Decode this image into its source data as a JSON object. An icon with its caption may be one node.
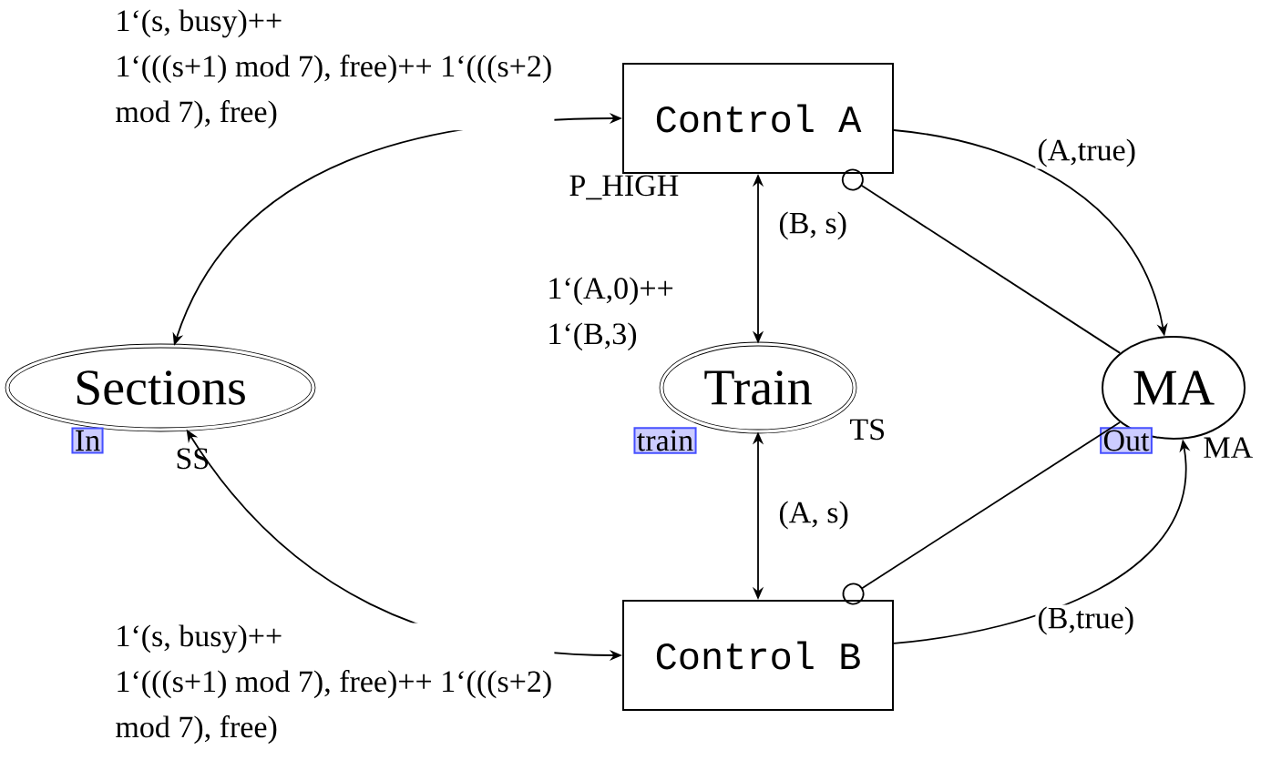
{
  "diagram": {
    "nodes": [
      {
        "text": [
          "Sections"
        ],
        "beside": [
          "SS"
        ]
      },
      {
        "text": [
          "Control A"
        ],
        "beside": [
          "P_HIGH"
        ]
      },
      {
        "text": [
          "Train"
        ],
        "beside": [
          "1‘(A,0)++ 1‘(B,3)",
          "TS"
        ]
      },
      {
        "text": [
          "MA"
        ],
        "beside": [
          "MA"
        ]
      },
      {
        "text": [
          "Control B"
        ]
      },
      {
        "text": [
          "In"
        ]
      },
      {
        "text": [
          "train"
        ]
      },
      {
        "text": [
          "Out"
        ]
      }
    ],
    "edges": [
      {
        "from": 0,
        "to": 1,
        "arrow": "both",
        "label": "1‘(s, busy)++ 1‘(((s+1) mod 7), free)++ 1‘(((s+2) mod 7), free)"
      },
      {
        "from": 1,
        "to": 2,
        "arrow": "both",
        "label": "(B, s)"
      },
      {
        "from": 1,
        "to": 3,
        "arrow": "to",
        "label": "(A,true)"
      },
      {
        "from": 3,
        "to": 1,
        "arrow": "other"
      },
      {
        "from": 2,
        "to": 4,
        "arrow": "both",
        "label": "(A, s)"
      },
      {
        "from": 0,
        "to": 4,
        "arrow": "both",
        "label": "1‘(s, busy)++ 1‘(((s+1) mod 7), free)++ 1‘(((s+2) mod 7), free)"
      },
      {
        "from": 4,
        "to": 3,
        "arrow": "to",
        "label": "(B,true)"
      },
      {
        "from": 3,
        "to": 4,
        "arrow": "other"
      }
    ]
  }
}
